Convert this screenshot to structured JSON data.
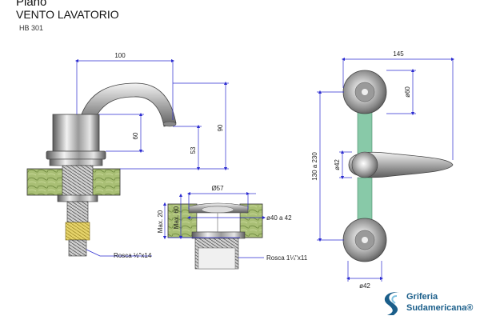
{
  "header": {
    "line1": "Plano",
    "line2": "VENTO LAVATORIO",
    "code": "HB 301"
  },
  "dimensions": {
    "spout_reach": "100",
    "height_60": "60",
    "height_53": "53",
    "height_90": "90",
    "width_145": "145",
    "dia_60": "ø60",
    "range_130_230": "130 a 230",
    "dia_42_mid": "ø42",
    "dia_42_bottom": "ø42",
    "drain_dia_57": "Ø57",
    "max_20": "Max. 20",
    "max_60": "Max. 60",
    "drain_dia_40_42": "ø40 a 42",
    "thread_valve": "Rosca ½\"x14",
    "thread_drain": "Rosca 1¼\"x11"
  },
  "brand": {
    "line1": "Griferia",
    "line2": "Sudamericana®"
  },
  "colors": {
    "dim_line": "#2b2bd0",
    "marble": "#8fa85a",
    "chrome_dark": "#6c6c6c",
    "chrome_light": "#e8e8e8",
    "pipe_green": "#88c9a8",
    "brass": "#e8d56a",
    "brand_blue": "#1a5e8a"
  }
}
